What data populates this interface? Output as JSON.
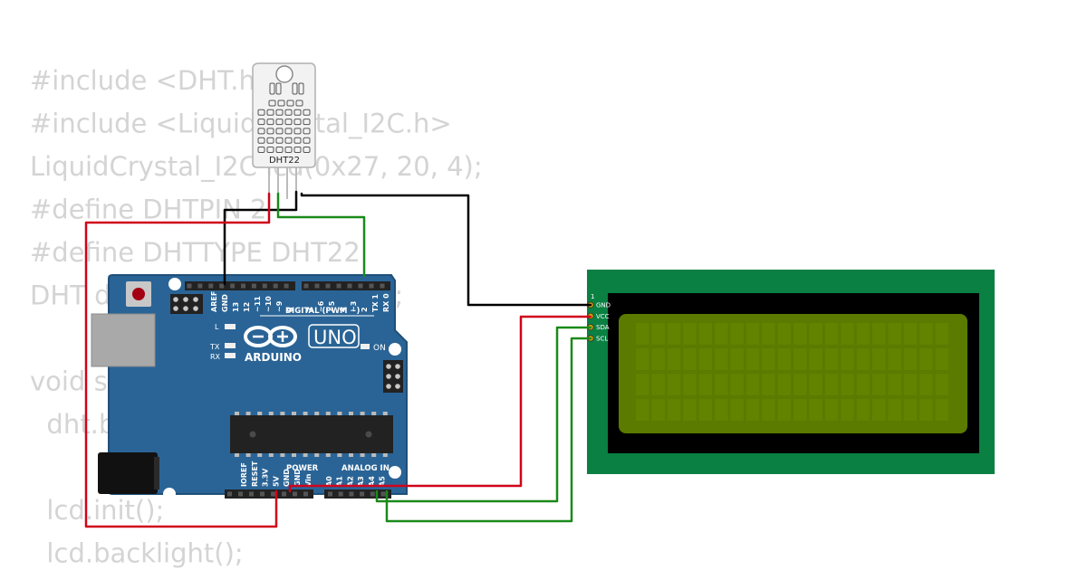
{
  "code": {
    "lines": [
      "#include <DHT.h>",
      "#include <LiquidCrystal_I2C.h>",
      "LiquidCrystal_I2C lcd(0x27, 20, 4);",
      "#define DHTPIN 2",
      "#define DHTTYPE DHT22",
      "DHT dht(DHTPIN, DHTTYPE);",
      "",
      "void setup() {",
      "  dht.begin();",
      "",
      "  lcd.init();",
      "  lcd.backlight();"
    ]
  },
  "sensor": {
    "label": "DHT22"
  },
  "arduino": {
    "logo_text": "ARDUINO",
    "model": "UNO",
    "digital_label": "DIGITAL (PWM ~)",
    "power_label": "POWER",
    "analog_label": "ANALOG IN",
    "on_label": "ON",
    "l_label": "L",
    "tx_label": "TX",
    "rx_label": "RX",
    "digital_pins": [
      "AREF",
      "GND",
      "13",
      "12",
      "~11",
      "~10",
      "~9",
      "8",
      "7",
      "~6",
      "~5",
      "4",
      "~3",
      "2",
      "TX 1",
      "RX 0"
    ],
    "power_pins": [
      "IOREF",
      "RESET",
      "3.3V",
      "5V",
      "GND",
      "GND",
      "Vin"
    ],
    "analog_pins": [
      "A0",
      "A1",
      "A2",
      "A3",
      "A4",
      "A5"
    ],
    "colors": {
      "board": "#2a6496",
      "board_edge": "#1f4f78"
    }
  },
  "lcd": {
    "pin_index": "1",
    "pins": [
      "GND",
      "VCC",
      "SDA",
      "SCL"
    ],
    "colors": {
      "pcb": "#0a8043",
      "bezel": "#000000",
      "screen": "#5a7a00"
    }
  },
  "wires": {
    "colors": {
      "power": "#d0021b",
      "ground": "#000000",
      "signal": "#1a8a1a"
    }
  }
}
